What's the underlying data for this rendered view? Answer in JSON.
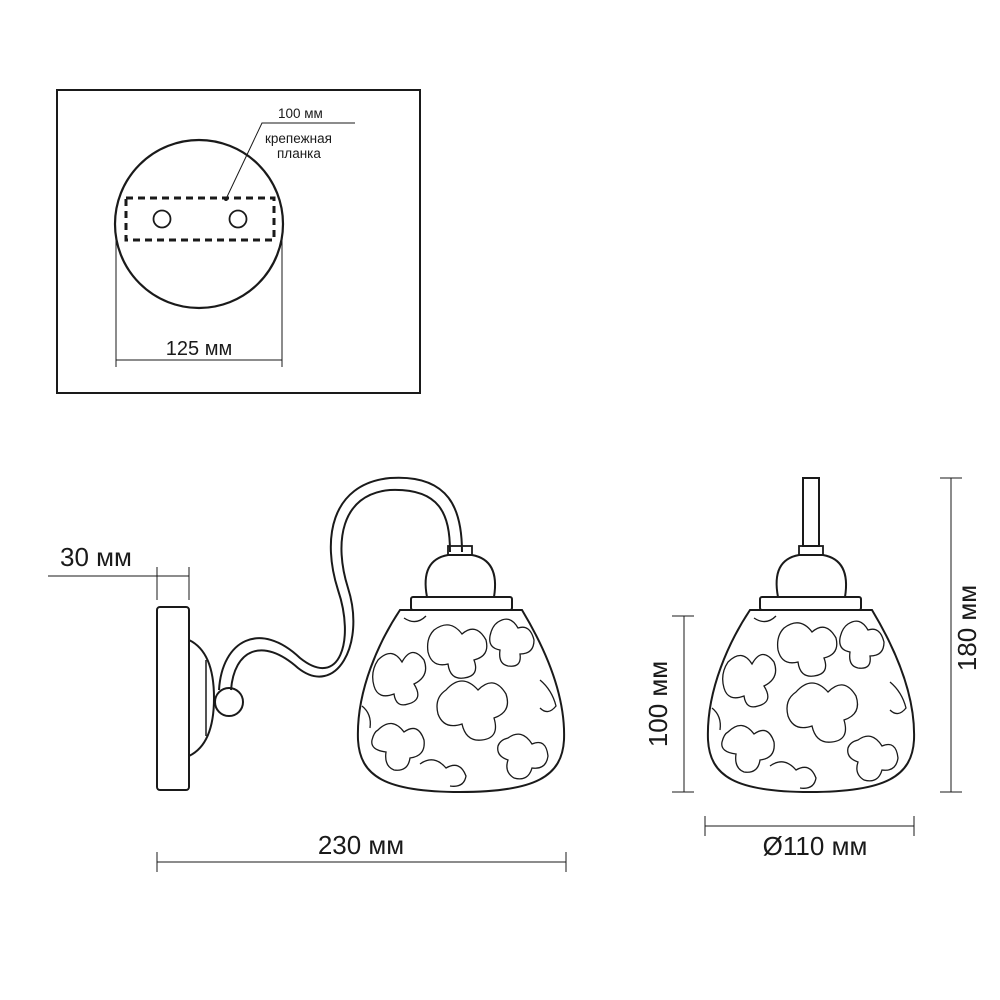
{
  "inset": {
    "strip_size_label": "100 мм",
    "strip_name_line1": "крепежная",
    "strip_name_line2": "планка",
    "plate_diameter_label": "125 мм"
  },
  "side_view": {
    "depth_label": "30 мм",
    "length_label": "230 мм"
  },
  "front_view": {
    "shade_height_label": "100 мм",
    "total_height_label": "180 мм",
    "shade_diameter_label": "Ø110 мм"
  }
}
